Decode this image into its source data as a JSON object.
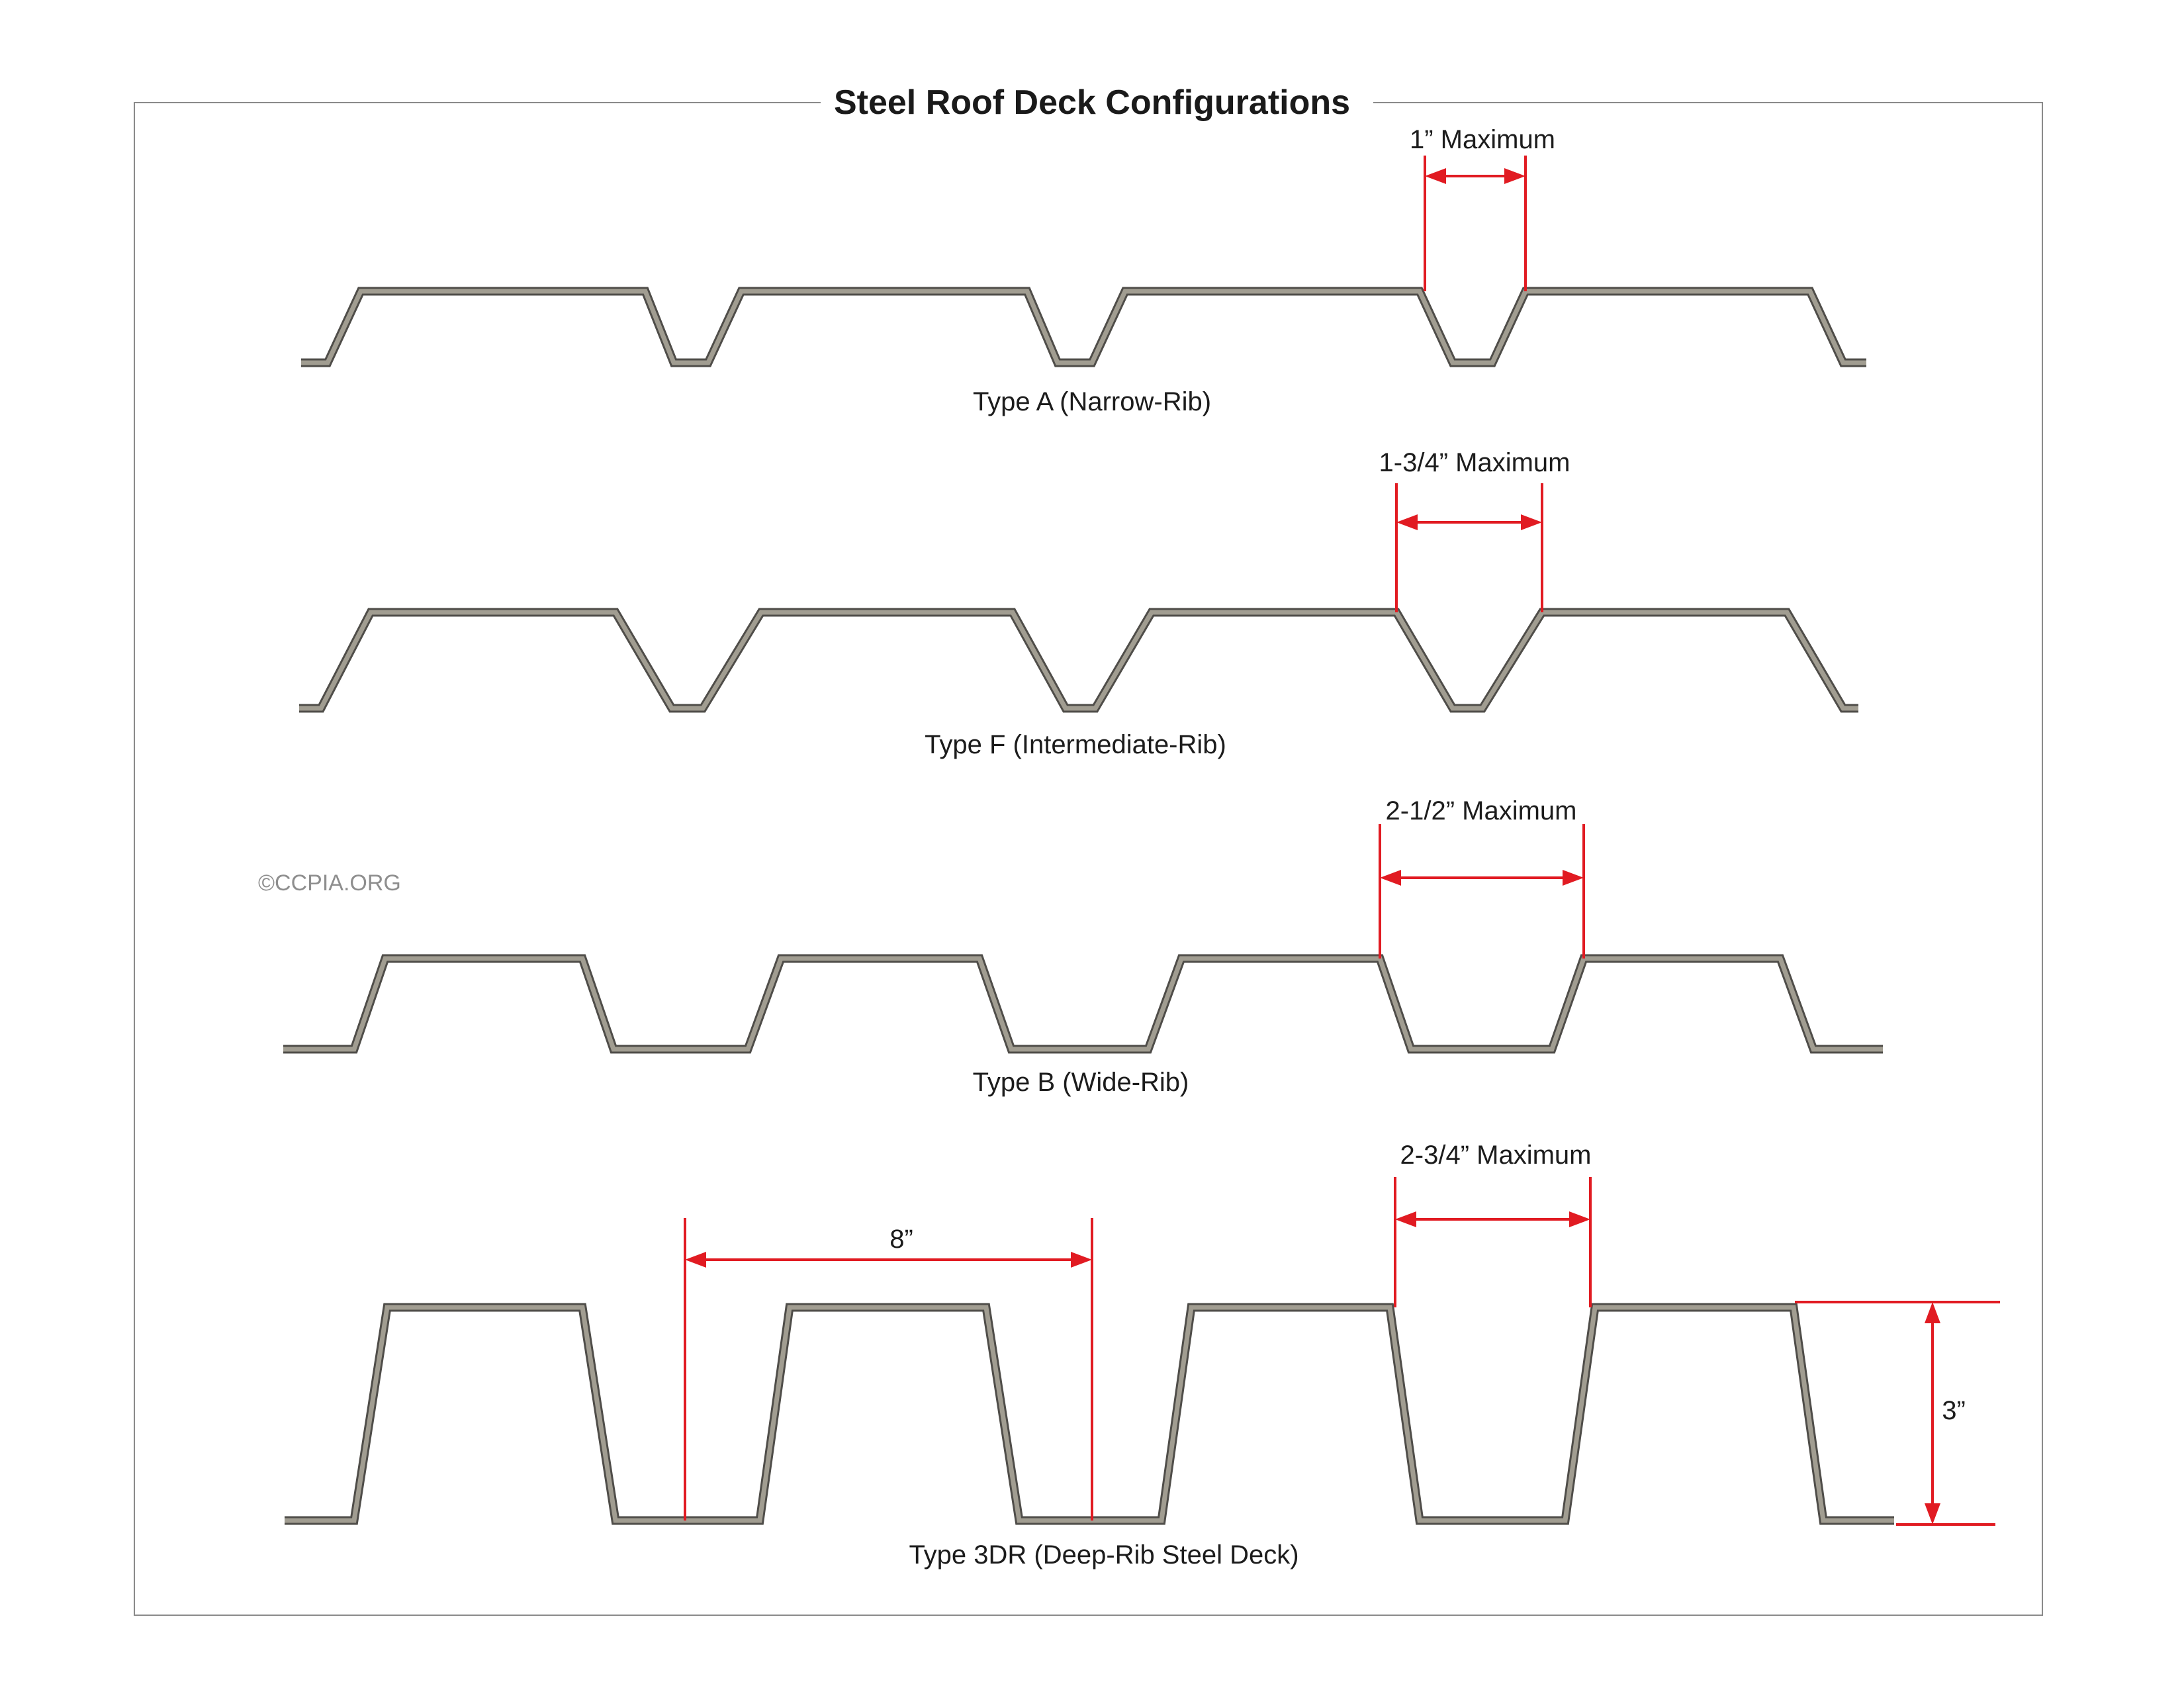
{
  "title": "Steel Roof Deck Configurations",
  "copyright": "©CCPIA.ORG",
  "colors": {
    "dimension": "#e11b22",
    "deck_edge": "#4f4d49",
    "deck_fill": "#a19d91",
    "frame": "#8a8a8a"
  },
  "decks": [
    {
      "id": "type-a",
      "caption": "Type A (Narrow-Rib)",
      "dimension_label": "1” Maximum"
    },
    {
      "id": "type-f",
      "caption": "Type F (Intermediate-Rib)",
      "dimension_label": "1-3/4” Maximum"
    },
    {
      "id": "type-b",
      "caption": "Type B (Wide-Rib)",
      "dimension_label": "2-1/2” Maximum"
    },
    {
      "id": "type-3dr",
      "caption": "Type 3DR (Deep-Rib Steel Deck)",
      "dimension_label": "2-3/4” Maximum",
      "pitch_label": "8”",
      "depth_label": "3”"
    }
  ]
}
